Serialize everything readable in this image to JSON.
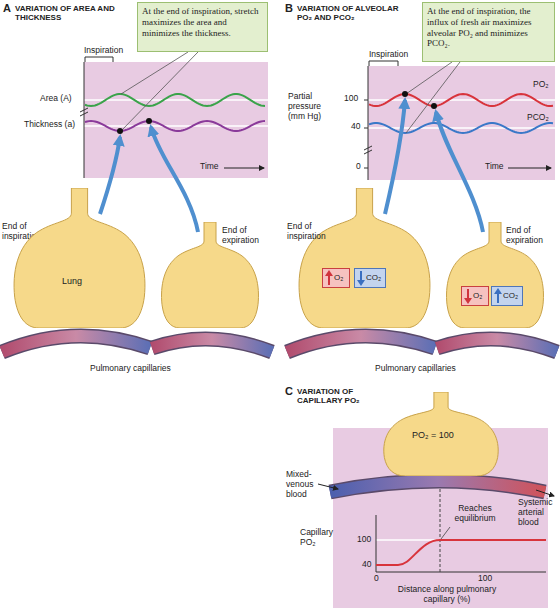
{
  "diagram": {
    "nodes": [
      {
        "text": [
          "At the end of inspiration, stretch maximizes the area and minimizes the thickness."
        ]
      },
      {
        "text": [
          "Lung"
        ]
      },
      {
        "text": [
          "At the end of inspiration, the influx of fresh air maximizes alveolar PO₂ and minimizes PCO₂."
        ]
      },
      {
        "text": [
          "O₂"
        ]
      },
      {
        "text": [
          "CO₂"
        ]
      },
      {
        "text": [
          "O₂"
        ]
      },
      {
        "text": [
          "CO₂"
        ]
      },
      {
        "text": [
          "PO₂ = 100"
        ]
      }
    ],
    "labels": [
      "A",
      "VARIATION OF AREA AND THICKNESS",
      "Inspiration",
      "Area (A)",
      "Thickness (a)",
      "Time",
      "End of inspiration",
      "End of expiration",
      "Pulmonary capillaries",
      "B",
      "VARIATION OF ALVEOLAR PO₂ AND PCO₂",
      "Inspiration",
      "Partial pressure (mm Hg)",
      "100",
      "40",
      "0",
      "PO₂",
      "PCO₂",
      "Time",
      "End of inspiration",
      "End of expiration",
      "Pulmonary capillaries",
      "C",
      "VARIATION OF CAPILLARY PO₂",
      "Mixed-venous blood",
      "Systemic arterial blood",
      "Reaches equilibrium",
      "Capillary PO₂",
      "100",
      "40",
      "0",
      "100",
      "Distance along pulmonary capillary (%)"
    ]
  }
}
